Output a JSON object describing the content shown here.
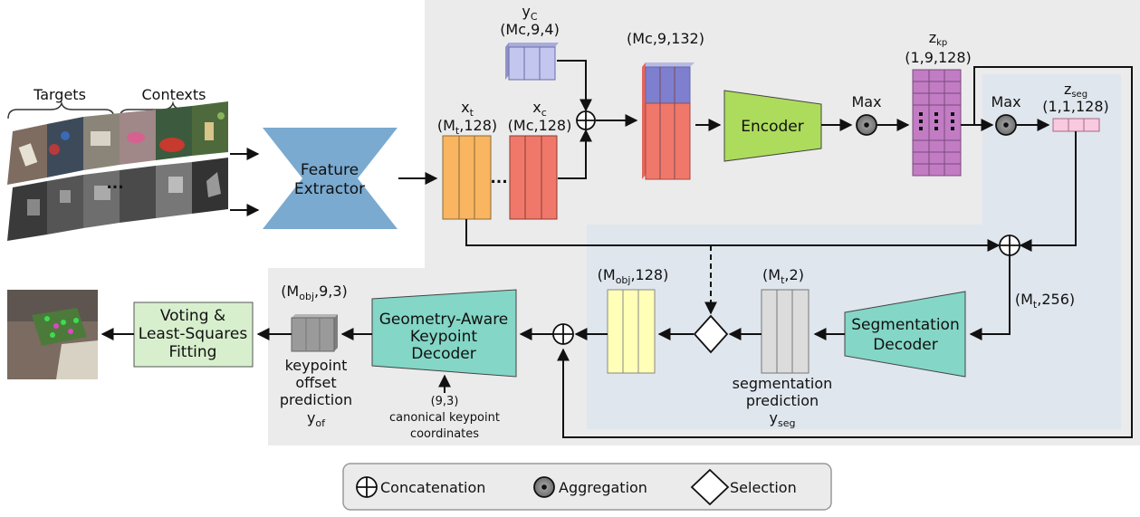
{
  "inputs": {
    "targets_label": "Targets",
    "contexts_label": "Contexts",
    "ellipsis": "..."
  },
  "blocks": {
    "feature_extractor": [
      "Feature",
      "Extractor"
    ],
    "encoder": "Encoder",
    "segmentation_decoder": [
      "Segmentation",
      "Decoder"
    ],
    "keypoint_decoder": [
      "Geometry-Aware",
      "Keypoint",
      "Decoder"
    ],
    "voting": [
      "Voting &",
      "Least-Squares",
      "Fitting"
    ]
  },
  "features": {
    "xt": {
      "sym": "x",
      "sub": "t",
      "shape_pre": "(M",
      "shape_sub": "t",
      "shape_post": ",128)"
    },
    "xc": {
      "sym": "x",
      "sub": "c",
      "shape": "(Mc,128)"
    },
    "yc": {
      "sym": "y",
      "sub": "C",
      "shape": "(Mc,9,4)"
    },
    "concat_shape": "(Mc,9,132)",
    "zkp": {
      "sym": "z",
      "sub": "kp",
      "shape": "(1,9,128)"
    },
    "zseg": {
      "sym": "z",
      "sub": "seg",
      "shape": "(1,1,128)"
    },
    "dots": "..."
  },
  "ops": {
    "max1": "Max",
    "max2": "Max"
  },
  "shapes": {
    "mt256_pre": "(M",
    "mt256_sub": "t",
    "mt256_post": ",256)",
    "mt2_pre": "(M",
    "mt2_sub": "t",
    "mt2_post": ",2)",
    "mobj128_pre": "(M",
    "mobj128_sub": "obj",
    "mobj128_post": ",128)",
    "mobj93_pre": "(M",
    "mobj93_sub": "obj",
    "mobj93_post": ",9,3)"
  },
  "outputs": {
    "seg_pred": [
      "segmentation",
      "prediction"
    ],
    "y_seg": {
      "sym": "y",
      "sub": "seg"
    },
    "kp_pred": [
      "keypoint",
      "offset",
      "prediction"
    ],
    "y_of": {
      "sym": "y",
      "sub": "of"
    },
    "canonical": [
      "(9,3)",
      "canonical keypoint",
      "coordinates"
    ]
  },
  "legend": {
    "concat": "Concatenation",
    "aggregation": "Aggregation",
    "selection": "Selection"
  },
  "colors": {
    "gray_bg": "#ebebeb",
    "blue_bg": "#dfe6ee",
    "feature_extractor": "#7aaad0",
    "encoder": "#addb5c",
    "decoder": "#84d6c6",
    "voting": "#d7efcd",
    "xt": "#f9b560",
    "xc": "#f0786a",
    "yc": "#c3c6ee",
    "zkp": "#c27cc4",
    "zseg": "#f9c9df",
    "mobj": "#ffffb7",
    "seg": "#dcdcdc",
    "offset": "#9a9a9a"
  }
}
